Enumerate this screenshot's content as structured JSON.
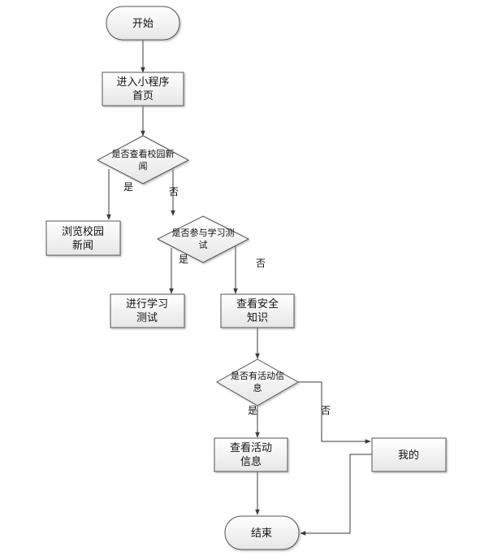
{
  "colors": {
    "line": "#3a3a3a",
    "node_border": "#555555",
    "node_fill_top": "#ffffff",
    "node_fill_bottom": "#e6e6e6",
    "text": "#111111"
  },
  "nodes": {
    "start": {
      "label": "开始"
    },
    "home": {
      "line1": "进入小程序",
      "line2": "首页"
    },
    "decision_news": {
      "line1": "是否查看校园新",
      "line2": "闻"
    },
    "browse_news": {
      "line1": "浏览校园",
      "line2": "新闻"
    },
    "decision_test": {
      "line1": "是否参与学习测",
      "line2": "试"
    },
    "do_test": {
      "line1": "进行学习",
      "line2": "测试"
    },
    "safety": {
      "line1": "查看安全",
      "line2": "知识"
    },
    "decision_activity": {
      "line1": "是否有活动信",
      "line2": "息"
    },
    "activity_info": {
      "line1": "查看活动",
      "line2": "信息"
    },
    "mine": {
      "label": "我的"
    },
    "end": {
      "label": "结束"
    }
  },
  "edge_labels": {
    "news_yes": "是",
    "news_no": "否",
    "test_yes": "是",
    "test_no": "否",
    "activity_yes": "是",
    "activity_no": "否"
  }
}
